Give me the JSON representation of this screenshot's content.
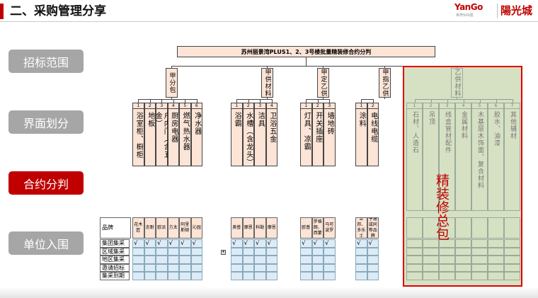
{
  "header": {
    "title": "二、采购管理分享",
    "logo_en": "YanGo",
    "logo_sub": "世界500强",
    "logo_cn": "陽光城"
  },
  "nav": [
    "招标范围",
    "界面划分",
    "合约分判",
    "单位入围"
  ],
  "nav_active": 2,
  "table": {
    "title": "苏州丽景湾PLUS1、2、3号楼批量精装修合约分判",
    "groups": [
      {
        "label": "甲分包",
        "items": [
          {
            "n": "1",
            "t": "浴室柜、橱柜"
          },
          {
            "n": "2",
            "t": "地板"
          },
          {
            "n": "3",
            "t": "户内门（含五金）"
          },
          {
            "n": "4",
            "t": "厨房电器"
          },
          {
            "n": "5",
            "t": "燃气热水器"
          },
          {
            "n": "6",
            "t": "净水器"
          }
        ]
      },
      {
        "label": "甲供材料",
        "items": [
          {
            "n": "1",
            "t": "浴霸"
          },
          {
            "n": "2",
            "t": "水槽（含龙头）"
          },
          {
            "n": "3",
            "t": "洁具"
          },
          {
            "n": "4",
            "t": "卫浴五金"
          }
        ]
      },
      {
        "label": "甲定乙供",
        "items": [
          {
            "n": "1",
            "t": "灯具、凉霸"
          },
          {
            "n": "2",
            "t": "开关插座"
          },
          {
            "n": "3",
            "t": "墙地砖"
          }
        ]
      },
      {
        "label": "甲指乙供",
        "items": [
          {
            "n": "1",
            "t": "涂料"
          },
          {
            "n": "2",
            "t": "电线电缆"
          }
        ]
      },
      {
        "label": "乙供材料",
        "items": [
          {
            "n": "1",
            "t": "石材、人造石"
          },
          {
            "n": "2",
            "t": "吊顶"
          },
          {
            "n": "3",
            "t": "线盒管材配件"
          },
          {
            "n": "4",
            "t": "金属材料"
          },
          {
            "n": "5",
            "t": "木基层木饰面、复合材料"
          },
          {
            "n": "6",
            "t": "胶水、油漆"
          },
          {
            "n": "7",
            "t": "其他辅材"
          }
        ]
      }
    ],
    "brand_label": "品牌",
    "brands": [
      "花木匠",
      "忠耐",
      "欧派",
      "方太",
      "阿里斯顿",
      "沁园",
      "奥普",
      "摩恩",
      "科勒",
      "摩恩",
      "欧普",
      "罗格朗、西蒙",
      "马可波罗",
      "立邦、多乐士",
      "亨通或同等品牌"
    ],
    "row_labels": [
      "集团集采",
      "区域集采",
      "地区集采",
      "邀请招标",
      "集采到期"
    ],
    "check": "√",
    "overlay_text": "精装修总包"
  }
}
